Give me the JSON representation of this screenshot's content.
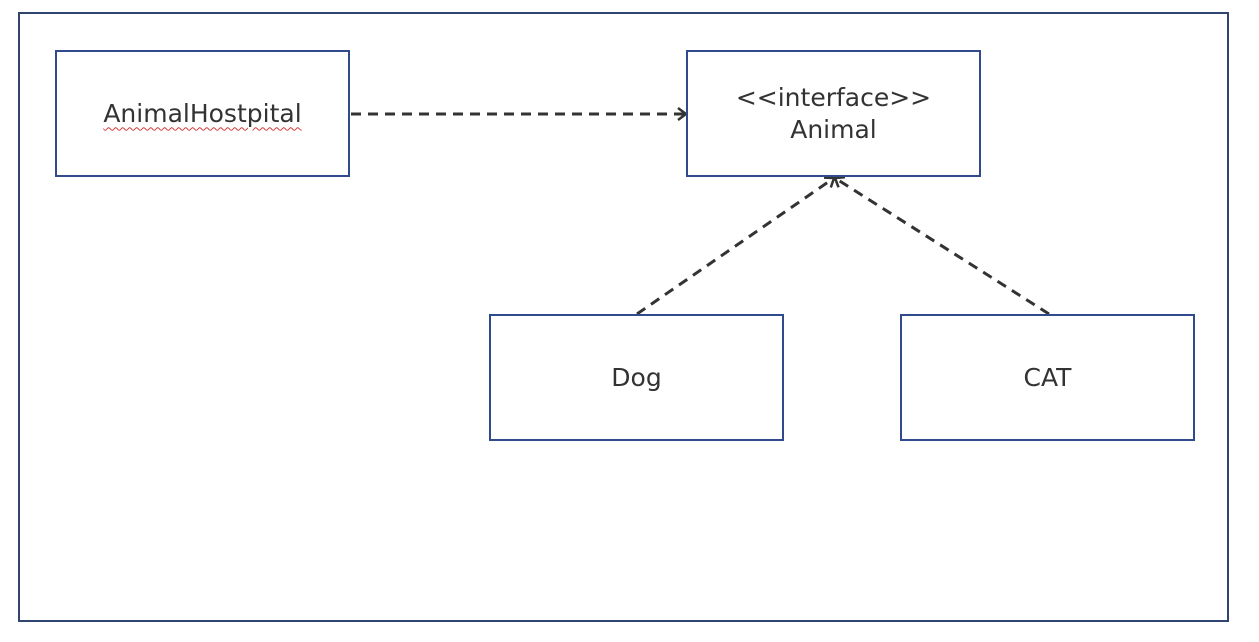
{
  "diagram": {
    "nodes": {
      "hospital": {
        "label": "AnimalHostpital"
      },
      "animal": {
        "stereotype": "<<interface>>",
        "label": "Animal"
      },
      "dog": {
        "label": "Dog"
      },
      "cat": {
        "label": "CAT"
      }
    },
    "edges": [
      {
        "from": "hospital",
        "to": "animal",
        "style": "dashed",
        "arrow": "open"
      },
      {
        "from": "dog",
        "to": "animal",
        "style": "dashed",
        "arrow": "open"
      },
      {
        "from": "cat",
        "to": "animal",
        "style": "dashed",
        "arrow": "open"
      }
    ],
    "colors": {
      "border": "#2f4b8e",
      "frame": "#2f4570",
      "line": "#333333",
      "text": "#333333",
      "spell_underline": "#d23b3b"
    }
  }
}
